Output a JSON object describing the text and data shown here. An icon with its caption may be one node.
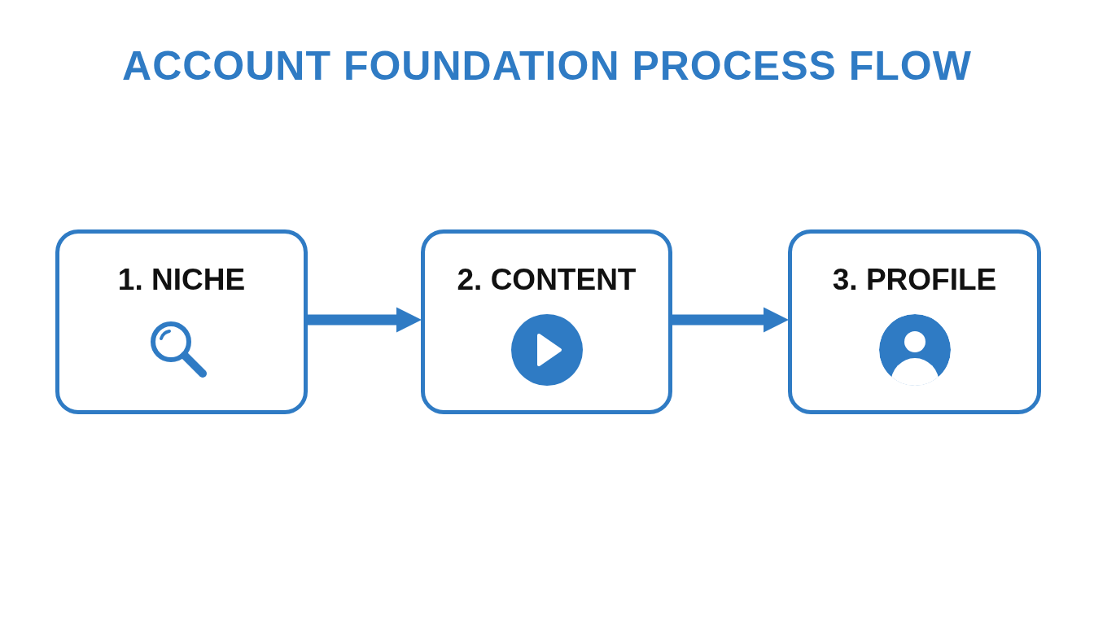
{
  "diagram": {
    "title": "ACCOUNT FOUNDATION PROCESS FLOW",
    "nodes": [
      {
        "text": [
          "1. NICHE"
        ]
      },
      {
        "text": [
          "2. CONTENT"
        ]
      },
      {
        "text": [
          "3. PROFILE"
        ]
      }
    ],
    "edges": [
      {
        "from": 0,
        "to": 1,
        "arrow": "to"
      },
      {
        "from": 1,
        "to": 2,
        "arrow": "to"
      }
    ]
  }
}
